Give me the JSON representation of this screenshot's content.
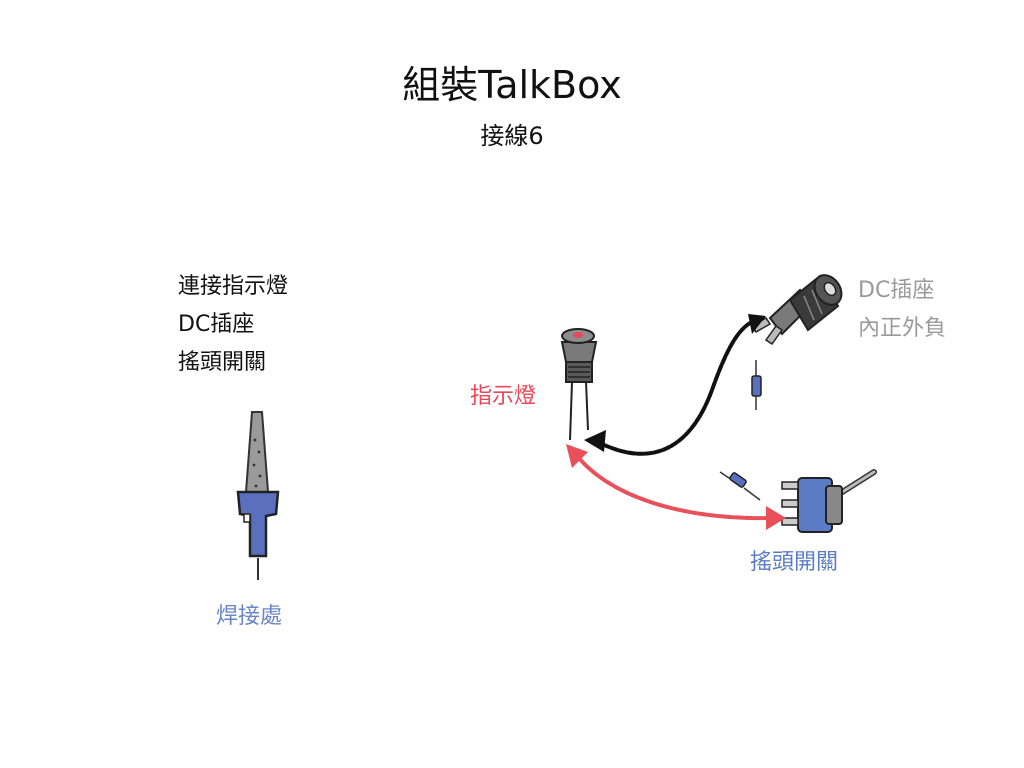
{
  "header": {
    "title": "組裝TalkBox",
    "subtitle": "接線6"
  },
  "steps": [
    "連接指示燈",
    "DC插座",
    "搖頭開關"
  ],
  "labels": {
    "solder": "焊接處",
    "led": "指示燈",
    "switch": "搖頭開關",
    "dc_jack": "DC插座",
    "dc_polarity": "內正外負"
  },
  "colors": {
    "solder_label": "#6a86c6",
    "led_label": "#e8485a",
    "switch_label": "#5b7cc4",
    "dc_label": "#9a9a9a",
    "black_wire": "#111111",
    "red_wire": "#e8505a",
    "handle_blue": "#5b6fbf"
  },
  "icons": [
    "soldering-iron-icon",
    "led-indicator-icon",
    "dc-jack-icon",
    "toggle-switch-icon",
    "solder-point-icon"
  ]
}
